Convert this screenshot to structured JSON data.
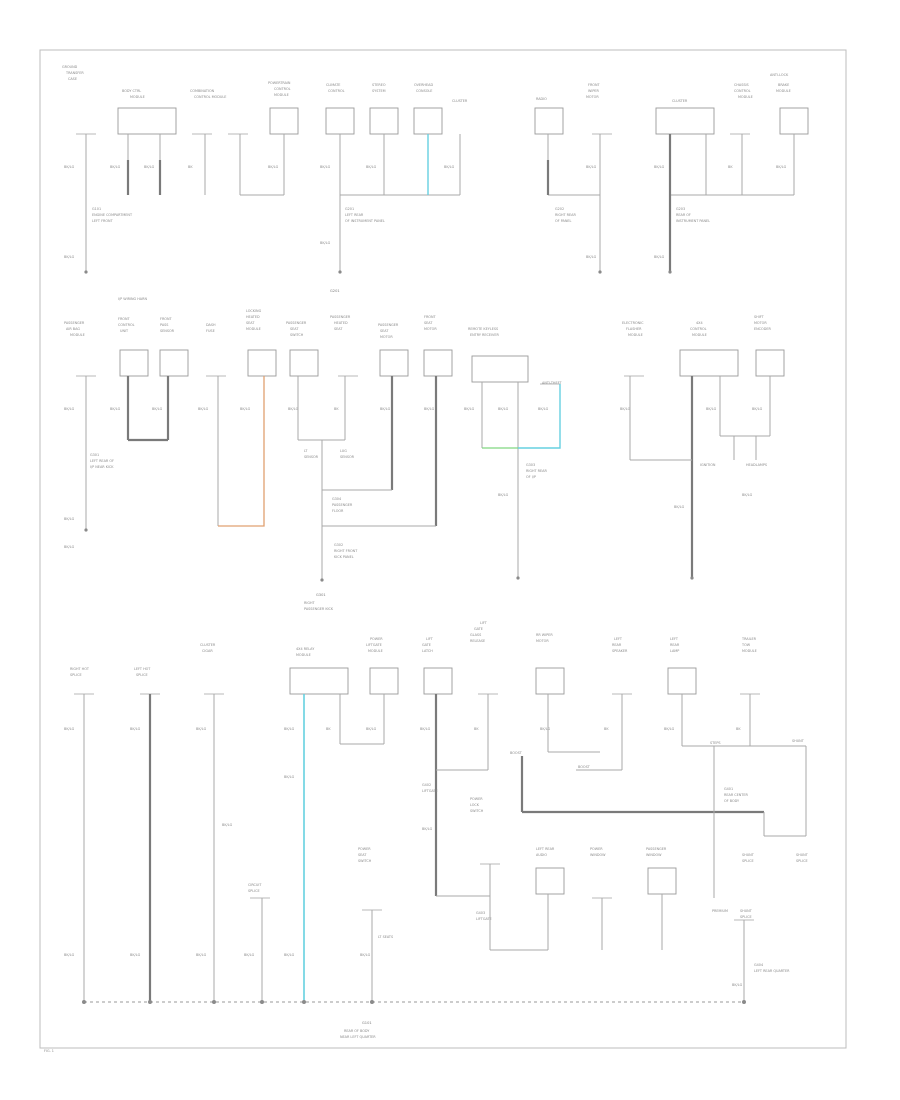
{
  "colors": {
    "frame": "#bdbdbd",
    "wire": "#a9a9a9",
    "bus": "#7a7a7a",
    "cyan_wire": "#66d0e0",
    "orange_wire": "#e0a070",
    "green_wire": "#80d880"
  },
  "labels": {
    "bottom_ground": "G101",
    "ground_row1_center": "G201",
    "ground_row2_center": "G301"
  }
}
